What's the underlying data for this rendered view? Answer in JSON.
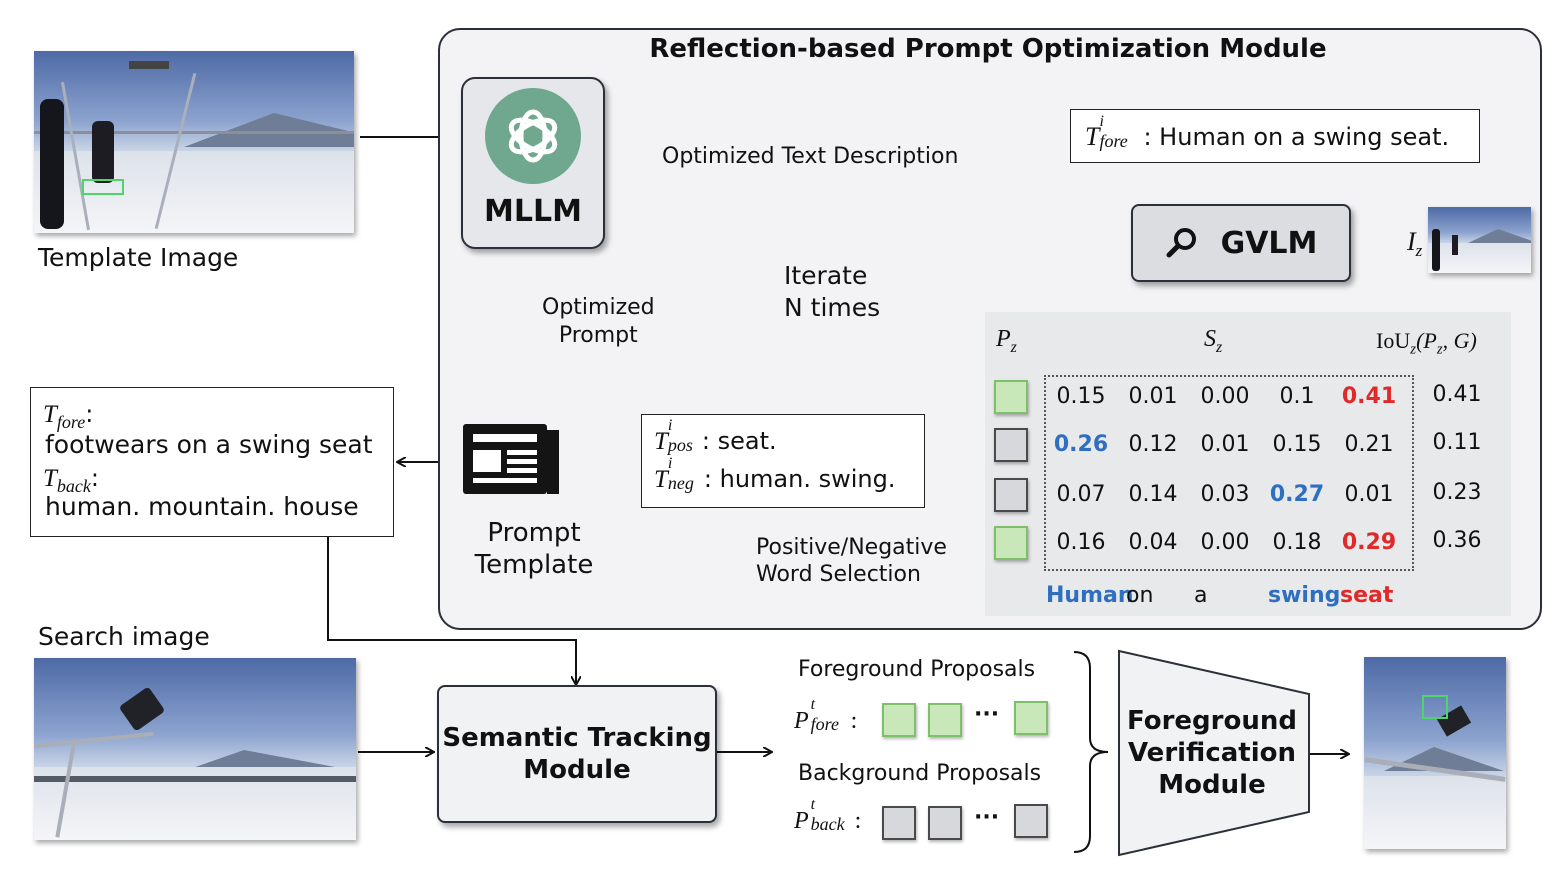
{
  "module_title": "Reflection-based Prompt Optimization Module",
  "template_image_label": "Template Image",
  "search_image_label": "Search image",
  "mllm_label": "MLLM",
  "gvlm_label": "GVLM",
  "optimized_text_label": "Optimized Text Description",
  "t_fore_i_symbol": "T",
  "t_fore_i_sup": "i",
  "t_fore_i_sub": "fore",
  "t_fore_i_text": ": Human on a swing seat.",
  "iz_symbol": "I",
  "iz_sub": "z",
  "iterate_line1": "Iterate",
  "iterate_line2": "N times",
  "optimized_prompt_line1": "Optimized",
  "optimized_prompt_line2": "Prompt",
  "prompt_template_line1": "Prompt",
  "prompt_template_line2": "Template",
  "pos_symbol": "T",
  "pos_sup": "i",
  "pos_sub": "pos",
  "pos_text": ": seat.",
  "neg_symbol": "T",
  "neg_sup": "i",
  "neg_sub": "neg",
  "neg_text": ": human. swing.",
  "word_selection_line1": "Positive/Negative",
  "word_selection_line2": "Word Selection",
  "fore_label_symbol": "T",
  "fore_label_sub": "fore",
  "fore_text": "footwears on a swing seat",
  "back_label_symbol": "T",
  "back_label_sub": "back",
  "back_text": "human. mountain. house",
  "table": {
    "pz_header": "P",
    "pz_sub": "z",
    "sz_header": "S",
    "sz_sub": "z",
    "iou_header": "IoU",
    "iou_sub": "z",
    "iou_args": "(P",
    "iou_args_sub": "z",
    "iou_args_end": ", G)",
    "rows": [
      {
        "type": "fore",
        "s": [
          "0.15",
          "0.01",
          "0.00",
          "0.1",
          "0.41"
        ],
        "iou": "0.41"
      },
      {
        "type": "back",
        "s": [
          "0.26",
          "0.12",
          "0.01",
          "0.15",
          "0.21"
        ],
        "iou": "0.11"
      },
      {
        "type": "back",
        "s": [
          "0.07",
          "0.14",
          "0.03",
          "0.27",
          "0.01"
        ],
        "iou": "0.23"
      },
      {
        "type": "fore",
        "s": [
          "0.16",
          "0.04",
          "0.00",
          "0.18",
          "0.29"
        ],
        "iou": "0.36"
      }
    ],
    "words": [
      "Human",
      "on",
      "a",
      "swing",
      "seat"
    ]
  },
  "semantic_tracking_line1": "Semantic Tracking",
  "semantic_tracking_line2": "Module",
  "fg_proposals_label": "Foreground Proposals",
  "bg_proposals_label": "Background Proposals",
  "p_fore_symbol": "P",
  "p_fore_sup": "t",
  "p_fore_sub": "fore",
  "p_back_symbol": "P",
  "p_back_sup": "t",
  "p_back_sub": "back",
  "ellipsis": "···",
  "fv_line1": "Foreground",
  "fv_line2": "Verification",
  "fv_line3": "Module",
  "colors": {
    "blue_highlight": "#2e6fc0",
    "red_highlight": "#e02a2a",
    "fore_box": "#c9e8b9",
    "back_box": "#d7d8db",
    "logo": "#6fa88f"
  }
}
